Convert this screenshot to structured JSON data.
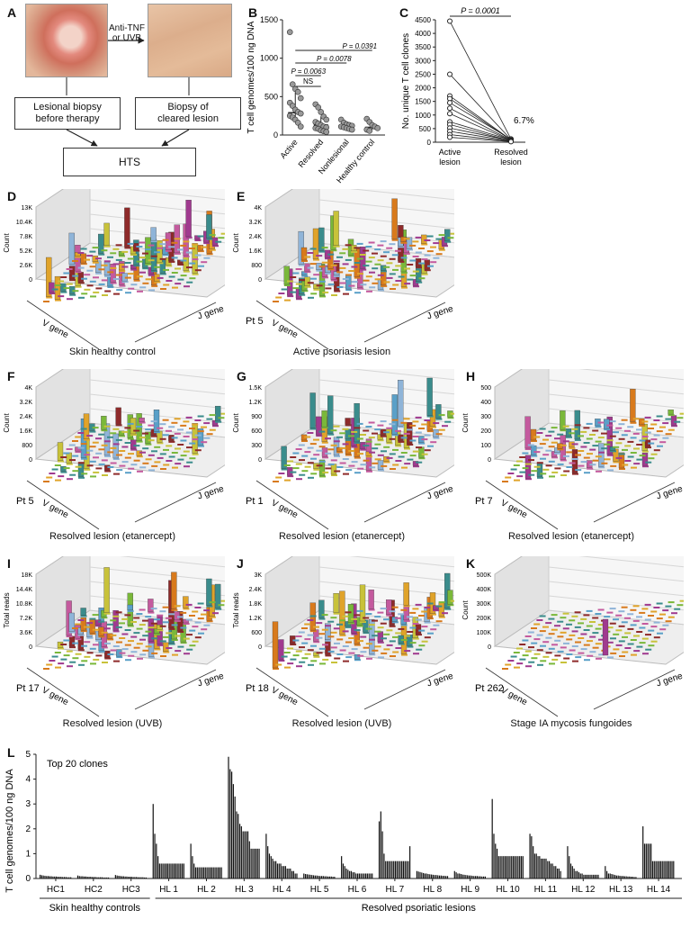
{
  "panels": {
    "A": {
      "label": "A",
      "treatment": "Anti-TNF\nor UVB",
      "box_before": "Lesional biopsy\nbefore therapy",
      "box_after": "Biopsy of\ncleared lesion",
      "box_hts": "HTS"
    },
    "B": {
      "label": "B",
      "ylabel": "T cell genomes/100 ng DNA",
      "yticks": [
        "0",
        "500",
        "1000",
        "1500"
      ],
      "categories": [
        "Active",
        "Resolved",
        "Nonlesional",
        "Healthy\ncontrol"
      ],
      "pvalues": [
        "P = 0.0391",
        "P = 0.0078",
        "P = 0.0063"
      ],
      "ns": "NS"
    },
    "C": {
      "label": "C",
      "ylabel": "No. unique T cell clones",
      "yticks": [
        "0",
        "500",
        "1000",
        "1500",
        "2000",
        "2500",
        "3000",
        "3500",
        "4000",
        "4500"
      ],
      "categories": [
        "Active\nlesion",
        "Resolved\nlesion"
      ],
      "pvalue": "P = 0.0001",
      "percent": "6.7%"
    },
    "D": {
      "label": "D",
      "yaxis": "Count",
      "yticks": [
        "0",
        "2.6K",
        "5.2K",
        "7.8K",
        "10.4K",
        "13K"
      ],
      "vgene": "V gene",
      "jgene": "J gene",
      "caption": "Skin healthy control",
      "pt": ""
    },
    "E": {
      "label": "E",
      "yaxis": "Count",
      "yticks": [
        "0",
        "800",
        "1.6K",
        "2.4K",
        "3.2K",
        "4K"
      ],
      "vgene": "V gene",
      "jgene": "J gene",
      "caption": "Active psoriasis lesion",
      "pt": "Pt 5"
    },
    "F": {
      "label": "F",
      "yaxis": "Count",
      "yticks": [
        "0",
        "800",
        "1.6K",
        "2.4K",
        "3.2K",
        "4K"
      ],
      "vgene": "V gene",
      "jgene": "J gene",
      "caption": "Resolved lesion (etanercept)",
      "pt": "Pt 5"
    },
    "G": {
      "label": "G",
      "yaxis": "Count",
      "yticks": [
        "0",
        "300",
        "600",
        "900",
        "1.2K",
        "1.5K"
      ],
      "vgene": "V gene",
      "jgene": "J gene",
      "caption": "Resolved lesion (etanercept)",
      "pt": "Pt 1"
    },
    "H": {
      "label": "H",
      "yaxis": "Count",
      "yticks": [
        "0",
        "100",
        "200",
        "300",
        "400",
        "500"
      ],
      "vgene": "V gene",
      "jgene": "J gene",
      "caption": "Resolved lesion (etanercept)",
      "pt": "Pt 7"
    },
    "I": {
      "label": "I",
      "yaxis": "Total reads",
      "yticks": [
        "0",
        "3.6K",
        "7.2K",
        "10.8K",
        "14.4K",
        "18K"
      ],
      "vgene": "V gene",
      "jgene": "J gene",
      "caption": "Resolved lesion (UVB)",
      "pt": "Pt 17"
    },
    "J": {
      "label": "J",
      "yaxis": "Total reads",
      "yticks": [
        "0",
        "600",
        "1.2K",
        "1.8K",
        "2.4K",
        "3K"
      ],
      "vgene": "V gene",
      "jgene": "J gene",
      "caption": "Resolved lesion (UVB)",
      "pt": "Pt 18"
    },
    "K": {
      "label": "K",
      "yaxis": "Count",
      "yticks": [
        "0",
        "100K",
        "200K",
        "300K",
        "400K",
        "500K"
      ],
      "vgene": "V gene",
      "jgene": "J gene",
      "caption": "Stage IA mycosis fungoides",
      "pt": "Pt 262"
    },
    "L": {
      "label": "L",
      "ylabel": "T cell genomes/100 ng DNA",
      "title": "Top 20 clones",
      "yticks": [
        "0",
        "1",
        "2",
        "3",
        "4",
        "5"
      ],
      "group_healthy": "Skin healthy controls",
      "group_resolved": "Resolved psoriatic lesions"
    }
  },
  "chart_data": [
    {
      "type": "scatter",
      "panel": "B",
      "categories": [
        "Active",
        "Resolved",
        "Nonlesional",
        "Healthy control"
      ],
      "ylim": [
        0,
        1500
      ],
      "ylabel": "T cell genomes/100 ng DNA",
      "series": [
        {
          "name": "Active",
          "values": [
            1340,
            660,
            600,
            560,
            480,
            420,
            380,
            330,
            300,
            280,
            250,
            230,
            200,
            160,
            110
          ]
        },
        {
          "name": "Resolved",
          "values": [
            400,
            360,
            300,
            240,
            200,
            170,
            150,
            130,
            110,
            100,
            90,
            80,
            60,
            50,
            40
          ]
        },
        {
          "name": "Nonlesional",
          "values": [
            200,
            160,
            140,
            130,
            120,
            110,
            100,
            90,
            80,
            70
          ]
        },
        {
          "name": "Healthy control",
          "values": [
            210,
            170,
            130,
            110,
            90,
            70,
            55
          ]
        }
      ],
      "medians": [
        290,
        130,
        110,
        100
      ],
      "annotations": [
        "P = 0.0391",
        "P = 0.0078",
        "P = 0.0063",
        "NS"
      ]
    },
    {
      "type": "line",
      "panel": "C",
      "categories": [
        "Active lesion",
        "Resolved lesion"
      ],
      "ylim": [
        0,
        4500
      ],
      "ylabel": "No. unique T cell clones",
      "series": [
        {
          "values": [
            4450,
            120
          ]
        },
        {
          "values": [
            2500,
            100
          ]
        },
        {
          "values": [
            1700,
            90
          ]
        },
        {
          "values": [
            1600,
            80
          ]
        },
        {
          "values": [
            1450,
            110
          ]
        },
        {
          "values": [
            1250,
            70
          ]
        },
        {
          "values": [
            1050,
            60
          ]
        },
        {
          "values": [
            750,
            80
          ]
        },
        {
          "values": [
            650,
            50
          ]
        },
        {
          "values": [
            520,
            60
          ]
        },
        {
          "values": [
            400,
            40
          ]
        },
        {
          "values": [
            280,
            30
          ]
        },
        {
          "values": [
            180,
            20
          ]
        }
      ],
      "annotations": [
        "P = 0.0001",
        "6.7%"
      ]
    },
    {
      "type": "bar",
      "panel": "L",
      "ylim": [
        0,
        5
      ],
      "title": "Top 20 clones",
      "ylabel": "T cell genomes/100 ng DNA",
      "groups": [
        {
          "name": "HC1",
          "values": [
            0.15,
            0.13,
            0.12,
            0.11,
            0.1,
            0.1,
            0.09,
            0.09,
            0.08,
            0.08,
            0.08,
            0.07,
            0.07,
            0.07,
            0.06,
            0.06,
            0.06,
            0.05,
            0.05,
            0.05
          ]
        },
        {
          "name": "HC2",
          "values": [
            0.12,
            0.1,
            0.09,
            0.09,
            0.08,
            0.08,
            0.07,
            0.07,
            0.07,
            0.06,
            0.06,
            0.06,
            0.05,
            0.05,
            0.05,
            0.05,
            0.04,
            0.04,
            0.04,
            0.04
          ]
        },
        {
          "name": "HC3",
          "values": [
            0.14,
            0.12,
            0.11,
            0.1,
            0.09,
            0.09,
            0.08,
            0.08,
            0.07,
            0.07,
            0.07,
            0.06,
            0.06,
            0.06,
            0.05,
            0.05,
            0.05,
            0.05,
            0.04,
            0.04
          ]
        },
        {
          "name": "HL 1",
          "values": [
            3.0,
            1.8,
            1.4,
            0.9,
            0.6,
            0.6,
            0.6,
            0.6,
            0.6,
            0.6,
            0.6,
            0.6,
            0.6,
            0.6,
            0.6,
            0.6,
            0.6,
            0.6,
            0.6,
            0.6
          ]
        },
        {
          "name": "HL 2",
          "values": [
            1.4,
            0.9,
            0.6,
            0.45,
            0.45,
            0.45,
            0.45,
            0.45,
            0.45,
            0.45,
            0.45,
            0.45,
            0.45,
            0.45,
            0.45,
            0.45,
            0.45,
            0.45,
            0.45,
            0.45
          ]
        },
        {
          "name": "HL 3",
          "values": [
            4.9,
            4.4,
            4.3,
            3.8,
            3.3,
            2.7,
            2.6,
            2.2,
            2.1,
            1.9,
            1.9,
            1.9,
            1.9,
            1.5,
            1.2,
            1.2,
            1.2,
            1.2,
            1.2,
            1.2
          ]
        },
        {
          "name": "HL 4",
          "values": [
            1.8,
            1.3,
            1.0,
            0.9,
            0.8,
            0.7,
            0.7,
            0.6,
            0.6,
            0.6,
            0.5,
            0.5,
            0.5,
            0.4,
            0.4,
            0.4,
            0.3,
            0.3,
            0.2,
            0.2
          ]
        },
        {
          "name": "HL 5",
          "values": [
            0.2,
            0.18,
            0.17,
            0.16,
            0.15,
            0.14,
            0.13,
            0.12,
            0.12,
            0.11,
            0.1,
            0.1,
            0.1,
            0.09,
            0.09,
            0.08,
            0.08,
            0.08,
            0.07,
            0.07
          ]
        },
        {
          "name": "HL 6",
          "values": [
            0.9,
            0.6,
            0.5,
            0.4,
            0.35,
            0.3,
            0.3,
            0.25,
            0.25,
            0.2,
            0.2,
            0.2,
            0.2,
            0.2,
            0.2,
            0.2,
            0.2,
            0.2,
            0.2,
            0.2
          ]
        },
        {
          "name": "HL 7",
          "values": [
            2.3,
            2.7,
            1.9,
            1.0,
            0.7,
            0.7,
            0.7,
            0.7,
            0.7,
            0.7,
            0.7,
            0.7,
            0.7,
            0.7,
            0.7,
            0.7,
            0.7,
            0.7,
            0.7,
            1.3
          ]
        },
        {
          "name": "HL 8",
          "values": [
            0.3,
            0.28,
            0.26,
            0.24,
            0.22,
            0.2,
            0.2,
            0.18,
            0.17,
            0.16,
            0.15,
            0.14,
            0.14,
            0.13,
            0.12,
            0.12,
            0.11,
            0.11,
            0.1,
            0.1
          ]
        },
        {
          "name": "HL 9",
          "values": [
            0.3,
            0.25,
            0.2,
            0.2,
            0.18,
            0.16,
            0.15,
            0.14,
            0.13,
            0.12,
            0.12,
            0.11,
            0.1,
            0.1,
            0.1,
            0.09,
            0.09,
            0.08,
            0.08,
            0.08
          ]
        },
        {
          "name": "HL 10",
          "values": [
            3.2,
            1.8,
            1.4,
            1.2,
            0.9,
            0.9,
            0.9,
            0.9,
            0.9,
            0.9,
            0.9,
            0.9,
            0.9,
            0.9,
            0.9,
            0.9,
            0.9,
            0.9,
            0.9,
            0.9
          ]
        },
        {
          "name": "HL 11",
          "values": [
            1.8,
            1.7,
            1.3,
            1.0,
            1.0,
            0.9,
            0.9,
            0.8,
            0.8,
            0.8,
            0.8,
            0.7,
            0.7,
            0.6,
            0.6,
            0.5,
            0.5,
            0.4,
            0.4,
            0.3
          ]
        },
        {
          "name": "HL 12",
          "values": [
            1.3,
            0.9,
            0.6,
            0.5,
            0.4,
            0.3,
            0.3,
            0.25,
            0.2,
            0.2,
            0.15,
            0.15,
            0.15,
            0.15,
            0.15,
            0.15,
            0.15,
            0.15,
            0.15,
            0.15
          ]
        },
        {
          "name": "HL 13",
          "values": [
            0.5,
            0.3,
            0.2,
            0.2,
            0.18,
            0.16,
            0.14,
            0.12,
            0.12,
            0.11,
            0.1,
            0.1,
            0.09,
            0.09,
            0.08,
            0.08,
            0.07,
            0.07,
            0.06,
            0.06
          ]
        },
        {
          "name": "HL 14",
          "values": [
            2.1,
            1.4,
            1.4,
            1.4,
            1.4,
            1.4,
            0.7,
            0.7,
            0.7,
            0.7,
            0.7,
            0.7,
            0.7,
            0.7,
            0.7,
            0.7,
            0.7,
            0.7,
            0.7,
            0.7
          ]
        }
      ]
    }
  ]
}
